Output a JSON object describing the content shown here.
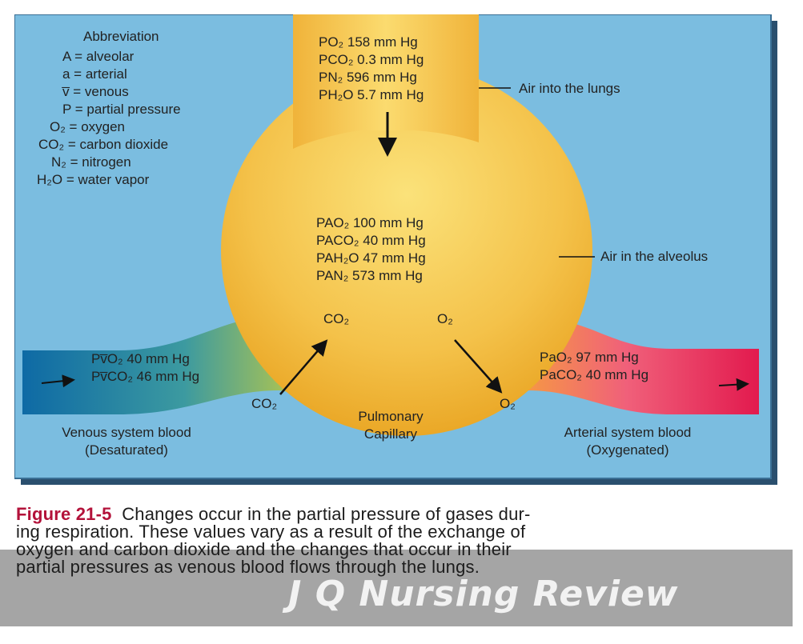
{
  "abbreviations": {
    "title": "Abbreviation",
    "items": [
      "A = alveolar",
      "a = arterial",
      "v̅ = venous",
      "P = partial pressure",
      "O₂ = oxygen",
      "CO₂ = carbon dioxide",
      "N₂ = nitrogen",
      "H₂O = water vapor"
    ]
  },
  "air_into_lungs": {
    "values": [
      "PO₂  158 mm Hg",
      "PCO₂  0.3 mm Hg",
      "PN₂  596 mm Hg",
      "PH₂O  5.7 mm Hg"
    ],
    "label": "Air into the lungs"
  },
  "alveolus": {
    "values": [
      "PAO₂  100 mm Hg",
      "PACO₂  40 mm Hg",
      "PAH₂O  47 mm Hg",
      "PAN₂  573 mm Hg"
    ],
    "label": "Air in the alveolus",
    "co2_top": "CO₂",
    "o2_top": "O₂"
  },
  "venous": {
    "values": [
      "Pv̅O₂    40 mm Hg",
      "Pv̅CO₂  46 mm Hg"
    ],
    "label_line1": "Venous system blood",
    "label_line2": "(Desaturated)",
    "co2_bottom": "CO₂"
  },
  "capillary": {
    "line1": "Pulmonary",
    "line2": "Capillary"
  },
  "arterial": {
    "values": [
      "PaO₂    97 mm Hg",
      "PaCO₂  40 mm Hg"
    ],
    "label_line1": "Arterial system blood",
    "label_line2": "(Oxygenated)",
    "o2_bottom": "O₂"
  },
  "caption": {
    "figure_label": "Figure 21-5",
    "line1": "Changes occur in the partial pressure of gases dur-",
    "line2": "ing respiration. These values vary as a result of the exchange of",
    "line3": "oxygen and carbon dioxide and the changes that occur in their",
    "line4": "partial pressures as venous blood flows through the lungs."
  },
  "watermark": "J Q Nursing Review",
  "colors": {
    "panel": "#7bbde0",
    "panel_border": "#3a6f95",
    "lung_light": "#f9d86a",
    "lung_dark": "#e8a21f",
    "venous_blue": "#0e6aa5",
    "arterial_red": "#e21a4e",
    "figure_label": "#b3123a"
  }
}
